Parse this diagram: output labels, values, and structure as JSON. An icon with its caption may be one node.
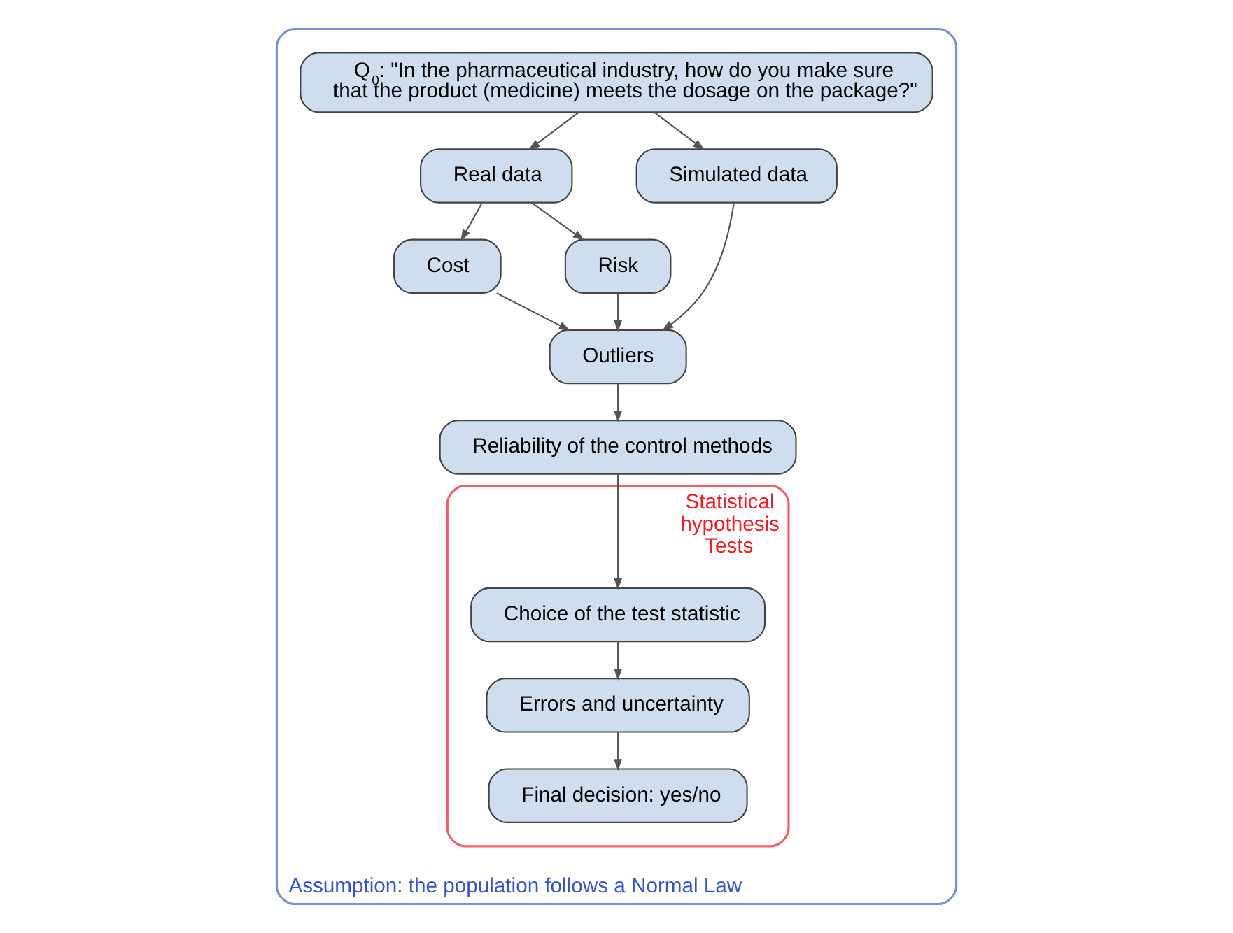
{
  "diagram": {
    "nodes": [
      {
        "text": [
          "Assumption: the population follows a Normal Law"
        ]
      },
      {
        "text": [
          "Q$_{0}$: \"In the pharmaceutical industry, how do you make sure that the product (medicine) meets the dosage on the package?\""
        ],
        "in": 0
      },
      {
        "text": [
          "Real data"
        ],
        "in": 0
      },
      {
        "text": [
          "Simulated data"
        ],
        "in": 0
      },
      {
        "text": [
          "Cost"
        ],
        "in": 0
      },
      {
        "text": [
          "Risk"
        ],
        "in": 0
      },
      {
        "text": [
          "Outliers"
        ],
        "in": 0
      },
      {
        "text": [
          "Reliability of the control methods"
        ],
        "in": 0
      },
      {
        "text": [
          "Statistical hypothesis Tests"
        ],
        "in": 0
      },
      {
        "text": [
          "Choice of the test statistic"
        ],
        "in": 8
      },
      {
        "text": [
          "Errors and uncertainty"
        ],
        "in": 8
      },
      {
        "text": [
          "Final decision: yes/no"
        ],
        "in": 8
      }
    ],
    "edges": [
      {
        "from": 1,
        "to": 2,
        "arrow": "to"
      },
      {
        "from": 1,
        "to": 3,
        "arrow": "to"
      },
      {
        "from": 2,
        "to": 4,
        "arrow": "to"
      },
      {
        "from": 2,
        "to": 5,
        "arrow": "to"
      },
      {
        "from": 4,
        "to": 6,
        "arrow": "to"
      },
      {
        "from": 5,
        "to": 6,
        "arrow": "to"
      },
      {
        "from": 3,
        "to": 6,
        "arrow": "to"
      },
      {
        "from": 6,
        "to": 7,
        "arrow": "to"
      },
      {
        "from": 7,
        "to": 9,
        "arrow": "to"
      },
      {
        "from": 9,
        "to": 10,
        "arrow": "to"
      },
      {
        "from": 10,
        "to": 11,
        "arrow": "to"
      }
    ]
  }
}
